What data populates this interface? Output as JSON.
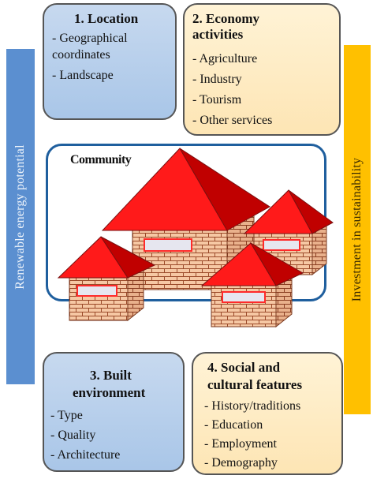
{
  "boxes": {
    "location": {
      "title": "1. Location",
      "items": [
        "- Geographical",
        "coordinates",
        "-   Landscape"
      ]
    },
    "economy": {
      "title_line1": "2. Economy",
      "title_line2": "activities",
      "items": [
        "-   Agriculture",
        "-   Industry",
        "-   Tourism",
        "-   Other services"
      ]
    },
    "built": {
      "title_line1": "3. Built",
      "title_line2": "environment",
      "items": [
        "-   Type",
        "-   Quality",
        "-   Architecture"
      ]
    },
    "social": {
      "title_line1": "4. Social and",
      "title_line2": "cultural features",
      "items": [
        "- History/traditions",
        "-   Education",
        "-   Employment",
        "-   Demography"
      ]
    }
  },
  "community": {
    "label": "Community",
    "house_count": 4
  },
  "left_bar": {
    "label": "Renewable energy potential"
  },
  "right_bar": {
    "label": "Investment in sustainability"
  },
  "colors": {
    "blue_box": "#a9c6e8",
    "cream_box": "#fde5b4",
    "left_bar": "#5b8fd0",
    "right_bar": "#ffc000",
    "roof": "#ff1a1a",
    "roof_dark": "#c00000",
    "brick": "#f6c8a4",
    "community_border": "#1f5f9e"
  }
}
